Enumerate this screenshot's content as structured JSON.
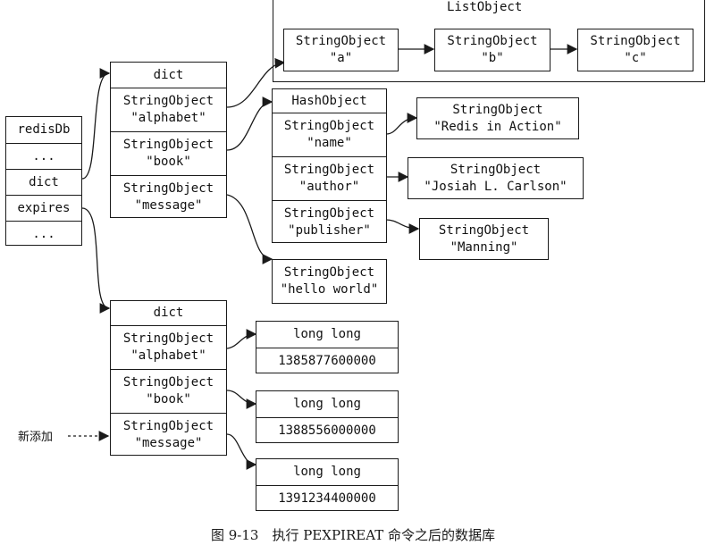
{
  "redisDb": {
    "rows": [
      "redisDb",
      "...",
      "dict",
      "expires",
      "..."
    ]
  },
  "listObject": {
    "title": "ListObject",
    "nodes": [
      {
        "type": "StringObject",
        "value": "\"a\""
      },
      {
        "type": "StringObject",
        "value": "\"b\""
      },
      {
        "type": "StringObject",
        "value": "\"c\""
      }
    ]
  },
  "dict": {
    "header": "dict",
    "keys": [
      {
        "type": "StringObject",
        "value": "\"alphabet\""
      },
      {
        "type": "StringObject",
        "value": "\"book\""
      },
      {
        "type": "StringObject",
        "value": "\"message\""
      }
    ]
  },
  "hashObject": {
    "header": "HashObject",
    "fields": [
      {
        "type": "StringObject",
        "value": "\"name\""
      },
      {
        "type": "StringObject",
        "value": "\"author\""
      },
      {
        "type": "StringObject",
        "value": "\"publisher\""
      }
    ],
    "values": [
      {
        "type": "StringObject",
        "value": "\"Redis in Action\""
      },
      {
        "type": "StringObject",
        "value": "\"Josiah L. Carlson\""
      },
      {
        "type": "StringObject",
        "value": "\"Manning\""
      }
    ]
  },
  "message_value": {
    "type": "StringObject",
    "value": "\"hello world\""
  },
  "expires": {
    "header": "dict",
    "keys": [
      {
        "type": "StringObject",
        "value": "\"alphabet\""
      },
      {
        "type": "StringObject",
        "value": "\"book\""
      },
      {
        "type": "StringObject",
        "value": "\"message\""
      }
    ],
    "values": [
      {
        "type": "long long",
        "value": "1385877600000"
      },
      {
        "type": "long long",
        "value": "1388556000000"
      },
      {
        "type": "long long",
        "value": "1391234400000"
      }
    ]
  },
  "annotation": "新添加",
  "caption": "图 9-13　执行 PEXPIREAT 命令之后的数据库"
}
